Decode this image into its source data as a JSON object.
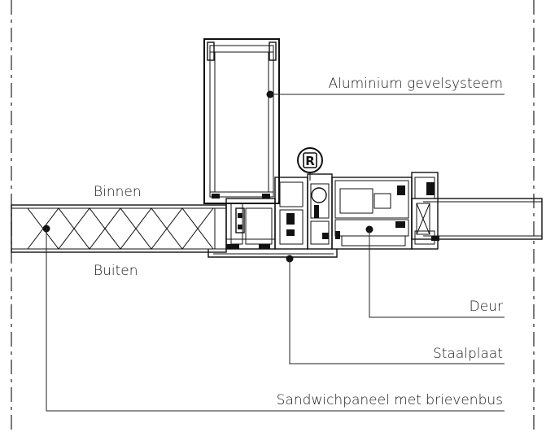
{
  "labels": {
    "facade_system": "Aluminium gevelsysteem",
    "inside": "Binnen",
    "outside": "Buiten",
    "door": "Deur",
    "steel_plate": "Staalplaat",
    "sandwich_panel": "Sandwichpaneel met brievenbus"
  },
  "badge": {
    "letter": "R"
  },
  "icons": {
    "badge": "r-logo-icon"
  }
}
